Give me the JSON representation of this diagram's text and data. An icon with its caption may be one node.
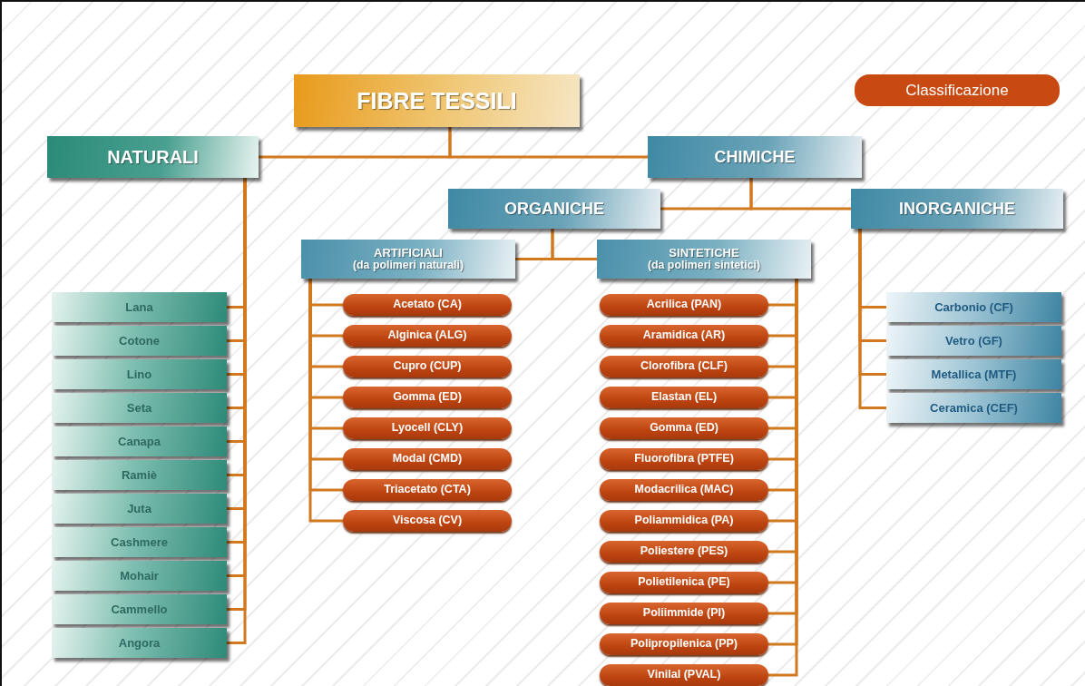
{
  "diagram": {
    "nodes": [
      {
        "text": [
          "FIBRE TESSILI"
        ]
      },
      {
        "text": [
          "Classificazione"
        ]
      },
      {
        "text": [
          "NATURALI"
        ]
      },
      {
        "text": [
          "CHIMICHE"
        ]
      },
      {
        "text": [
          "ORGANICHE"
        ]
      },
      {
        "text": [
          "INORGANICHE"
        ]
      },
      {
        "text": [
          "ARTIFICIALI",
          "(da polimeri naturali)"
        ]
      },
      {
        "text": [
          "SINTETICHE",
          "(da polimeri sintetici)"
        ]
      },
      {
        "text": [
          "Lana"
        ]
      },
      {
        "text": [
          "Cotone"
        ]
      },
      {
        "text": [
          "Lino"
        ]
      },
      {
        "text": [
          "Seta"
        ]
      },
      {
        "text": [
          "Canapa"
        ]
      },
      {
        "text": [
          "Ramiè"
        ]
      },
      {
        "text": [
          "Juta"
        ]
      },
      {
        "text": [
          "Cashmere"
        ]
      },
      {
        "text": [
          "Mohair"
        ]
      },
      {
        "text": [
          "Cammello"
        ]
      },
      {
        "text": [
          "Angora"
        ]
      },
      {
        "text": [
          "Acetato (CA)"
        ]
      },
      {
        "text": [
          "Alginica (ALG)"
        ]
      },
      {
        "text": [
          "Cupro (CUP)"
        ]
      },
      {
        "text": [
          "Gomma (ED)"
        ]
      },
      {
        "text": [
          "Lyocell (CLY)"
        ]
      },
      {
        "text": [
          "Modal (CMD)"
        ]
      },
      {
        "text": [
          "Triacetato (CTA)"
        ]
      },
      {
        "text": [
          "Viscosa (CV)"
        ]
      },
      {
        "text": [
          "Acrilica (PAN)"
        ]
      },
      {
        "text": [
          "Aramidica (AR)"
        ]
      },
      {
        "text": [
          "Clorofibra (CLF)"
        ]
      },
      {
        "text": [
          "Elastan (EL)"
        ]
      },
      {
        "text": [
          "Gomma (ED)"
        ]
      },
      {
        "text": [
          "Fluorofibra (PTFE)"
        ]
      },
      {
        "text": [
          "Modacrilica (MAC)"
        ]
      },
      {
        "text": [
          "Poliammidica (PA)"
        ]
      },
      {
        "text": [
          "Poliestere (PES)"
        ]
      },
      {
        "text": [
          "Polietilenica (PE)"
        ]
      },
      {
        "text": [
          "Poliimmide (PI)"
        ]
      },
      {
        "text": [
          "Polipropilenica (PP)"
        ]
      },
      {
        "text": [
          "Vinilal (PVAL)"
        ]
      },
      {
        "text": [
          "Carbonio (CF)"
        ]
      },
      {
        "text": [
          "Vetro (GF)"
        ]
      },
      {
        "text": [
          "Metallica (MTF)"
        ]
      },
      {
        "text": [
          "Ceramica (CEF)"
        ]
      }
    ],
    "edges": [
      {
        "from": 0,
        "to": 2,
        "arrow": "none"
      },
      {
        "from": 0,
        "to": 3,
        "arrow": "none"
      },
      {
        "from": 3,
        "to": 4,
        "arrow": "none"
      },
      {
        "from": 3,
        "to": 5,
        "arrow": "none"
      },
      {
        "from": 4,
        "to": 6,
        "arrow": "none"
      },
      {
        "from": 4,
        "to": 7,
        "arrow": "none"
      },
      {
        "from": 2,
        "to": 8,
        "arrow": "none"
      },
      {
        "from": 2,
        "to": 9,
        "arrow": "none"
      },
      {
        "from": 2,
        "to": 10,
        "arrow": "none"
      },
      {
        "from": 2,
        "to": 11,
        "arrow": "none"
      },
      {
        "from": 2,
        "to": 12,
        "arrow": "none"
      },
      {
        "from": 2,
        "to": 13,
        "arrow": "none"
      },
      {
        "from": 2,
        "to": 14,
        "arrow": "none"
      },
      {
        "from": 2,
        "to": 15,
        "arrow": "none"
      },
      {
        "from": 2,
        "to": 16,
        "arrow": "none"
      },
      {
        "from": 2,
        "to": 17,
        "arrow": "none"
      },
      {
        "from": 2,
        "to": 18,
        "arrow": "none"
      },
      {
        "from": 6,
        "to": 19,
        "arrow": "none"
      },
      {
        "from": 6,
        "to": 20,
        "arrow": "none"
      },
      {
        "from": 6,
        "to": 21,
        "arrow": "none"
      },
      {
        "from": 6,
        "to": 22,
        "arrow": "none"
      },
      {
        "from": 6,
        "to": 23,
        "arrow": "none"
      },
      {
        "from": 6,
        "to": 24,
        "arrow": "none"
      },
      {
        "from": 6,
        "to": 25,
        "arrow": "none"
      },
      {
        "from": 6,
        "to": 26,
        "arrow": "none"
      },
      {
        "from": 7,
        "to": 27,
        "arrow": "none"
      },
      {
        "from": 7,
        "to": 28,
        "arrow": "none"
      },
      {
        "from": 7,
        "to": 29,
        "arrow": "none"
      },
      {
        "from": 7,
        "to": 30,
        "arrow": "none"
      },
      {
        "from": 7,
        "to": 31,
        "arrow": "none"
      },
      {
        "from": 7,
        "to": 32,
        "arrow": "none"
      },
      {
        "from": 7,
        "to": 33,
        "arrow": "none"
      },
      {
        "from": 7,
        "to": 34,
        "arrow": "none"
      },
      {
        "from": 7,
        "to": 35,
        "arrow": "none"
      },
      {
        "from": 7,
        "to": 36,
        "arrow": "none"
      },
      {
        "from": 7,
        "to": 37,
        "arrow": "none"
      },
      {
        "from": 7,
        "to": 38,
        "arrow": "none"
      },
      {
        "from": 7,
        "to": 39,
        "arrow": "none"
      },
      {
        "from": 5,
        "to": 40,
        "arrow": "none"
      },
      {
        "from": 5,
        "to": 41,
        "arrow": "none"
      },
      {
        "from": 5,
        "to": 42,
        "arrow": "none"
      },
      {
        "from": 5,
        "to": 43,
        "arrow": "none"
      }
    ]
  }
}
